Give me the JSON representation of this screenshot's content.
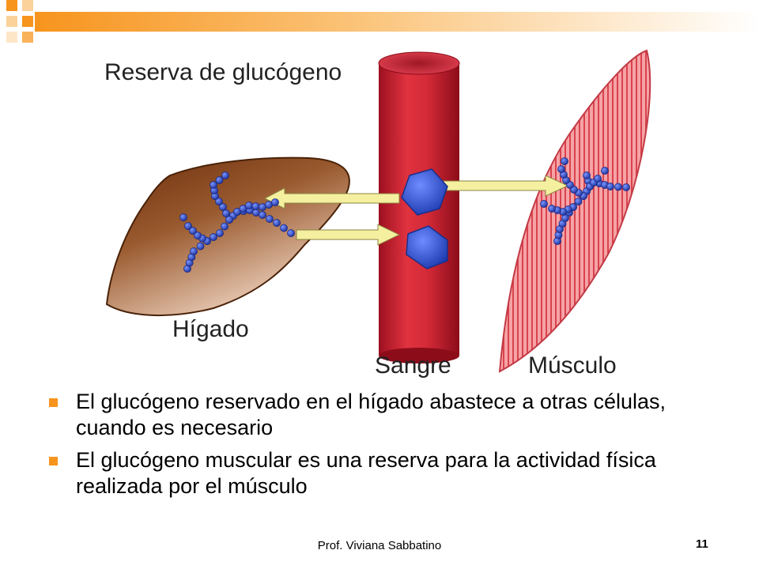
{
  "colors": {
    "accent": "#f7941d",
    "liver": "#8b4513",
    "blood": "#d8283a",
    "muscle": "#f08080",
    "glucose": "#2a4fd6",
    "arrow": "#f5f0a0"
  },
  "diagram": {
    "title": "Reserva de glucógeno",
    "liver_label": "Hígado",
    "blood_label": "Sangre",
    "muscle_label": "Músculo"
  },
  "bullets": [
    "El glucógeno reservado en el hígado abastece a otras células, cuando es necesario",
    "El glucógeno muscular es una reserva para la actividad física realizada por el músculo"
  ],
  "footer": {
    "author": "Prof. Viviana Sabbatino",
    "page": "11"
  }
}
